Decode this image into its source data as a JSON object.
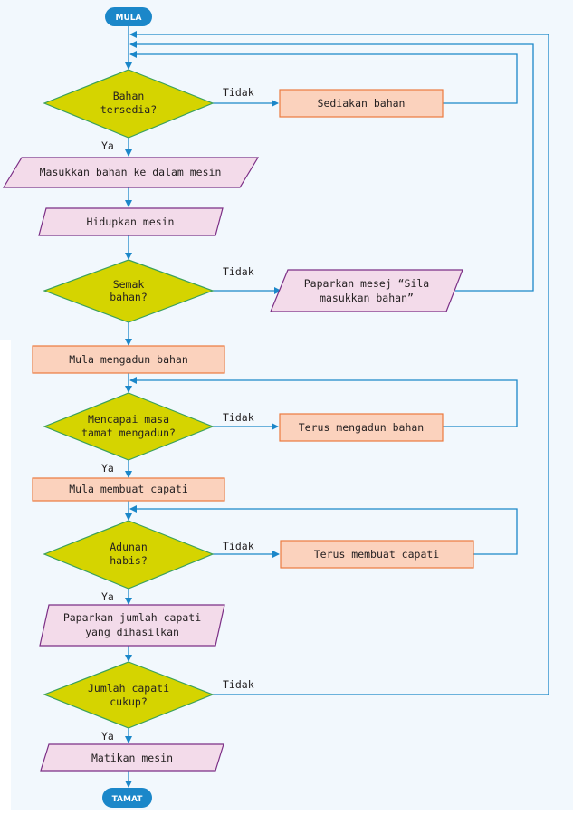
{
  "terminals": {
    "start": "MULA",
    "end": "TAMAT"
  },
  "decisions": {
    "bahan_tersedia": [
      "Bahan",
      "tersedia?"
    ],
    "semak_bahan": [
      "Semak",
      "bahan?"
    ],
    "mencapai_masa": [
      "Mencapai masa",
      "tamat mengadun?"
    ],
    "adunan_habis": [
      "Adunan",
      "habis?"
    ],
    "jumlah_capati": [
      "Jumlah capati",
      "cukup?"
    ]
  },
  "processes": {
    "sediakan_bahan": "Sediakan bahan",
    "mula_mengadun": "Mula mengadun bahan",
    "terus_mengadun": "Terus mengadun bahan",
    "mula_membuat": "Mula membuat capati",
    "terus_membuat": "Terus membuat capati"
  },
  "io": {
    "masukkan_bahan": "Masukkan bahan ke dalam mesin",
    "hidupkan_mesin": "Hidupkan mesin",
    "paparkan_mesej": [
      "Paparkan mesej “Sila",
      "masukkan bahan”"
    ],
    "paparkan_jumlah": [
      "Paparkan jumlah capati",
      "yang dihasilkan"
    ],
    "matikan_mesin": "Matikan mesin"
  },
  "labels": {
    "yes": "Ya",
    "no": "Tidak"
  }
}
